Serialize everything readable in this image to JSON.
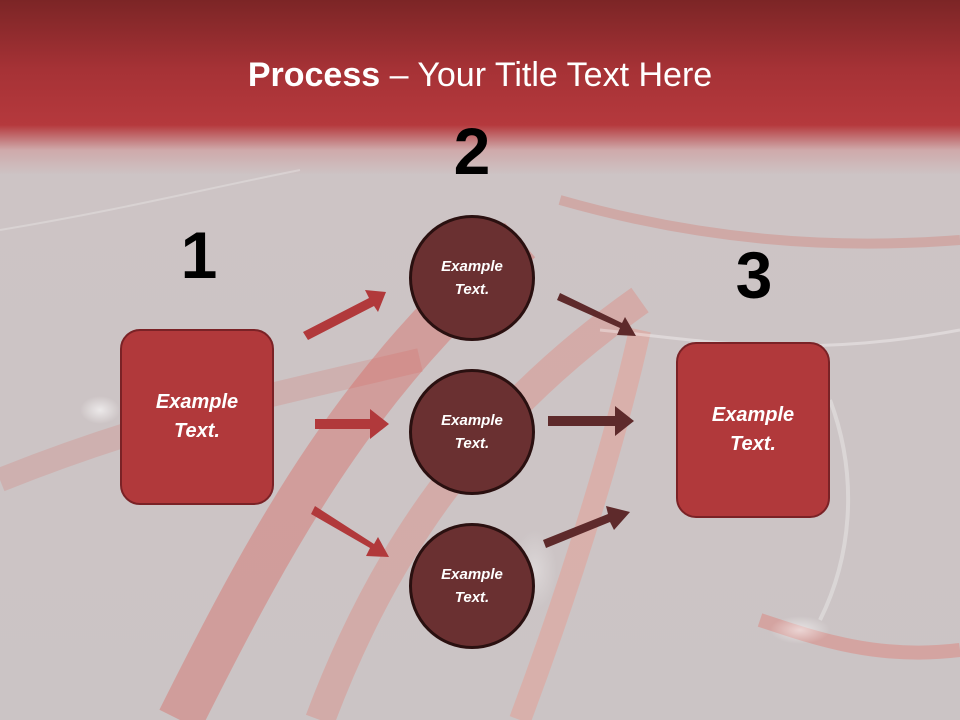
{
  "title": {
    "bold": "Process",
    "rest": " – Your Title Text Here"
  },
  "steps": [
    {
      "number": "1",
      "label": "Example Text."
    },
    {
      "number": "2",
      "items": [
        "Example Text.",
        "Example Text.",
        "Example Text."
      ]
    },
    {
      "number": "3",
      "label": "Example Text."
    }
  ],
  "colors": {
    "header": "#a63236",
    "box_fill": "#b1393b",
    "circle_fill": "#6a3031",
    "arrow_light": "#b1393b",
    "arrow_dark": "#5e2a2b"
  }
}
